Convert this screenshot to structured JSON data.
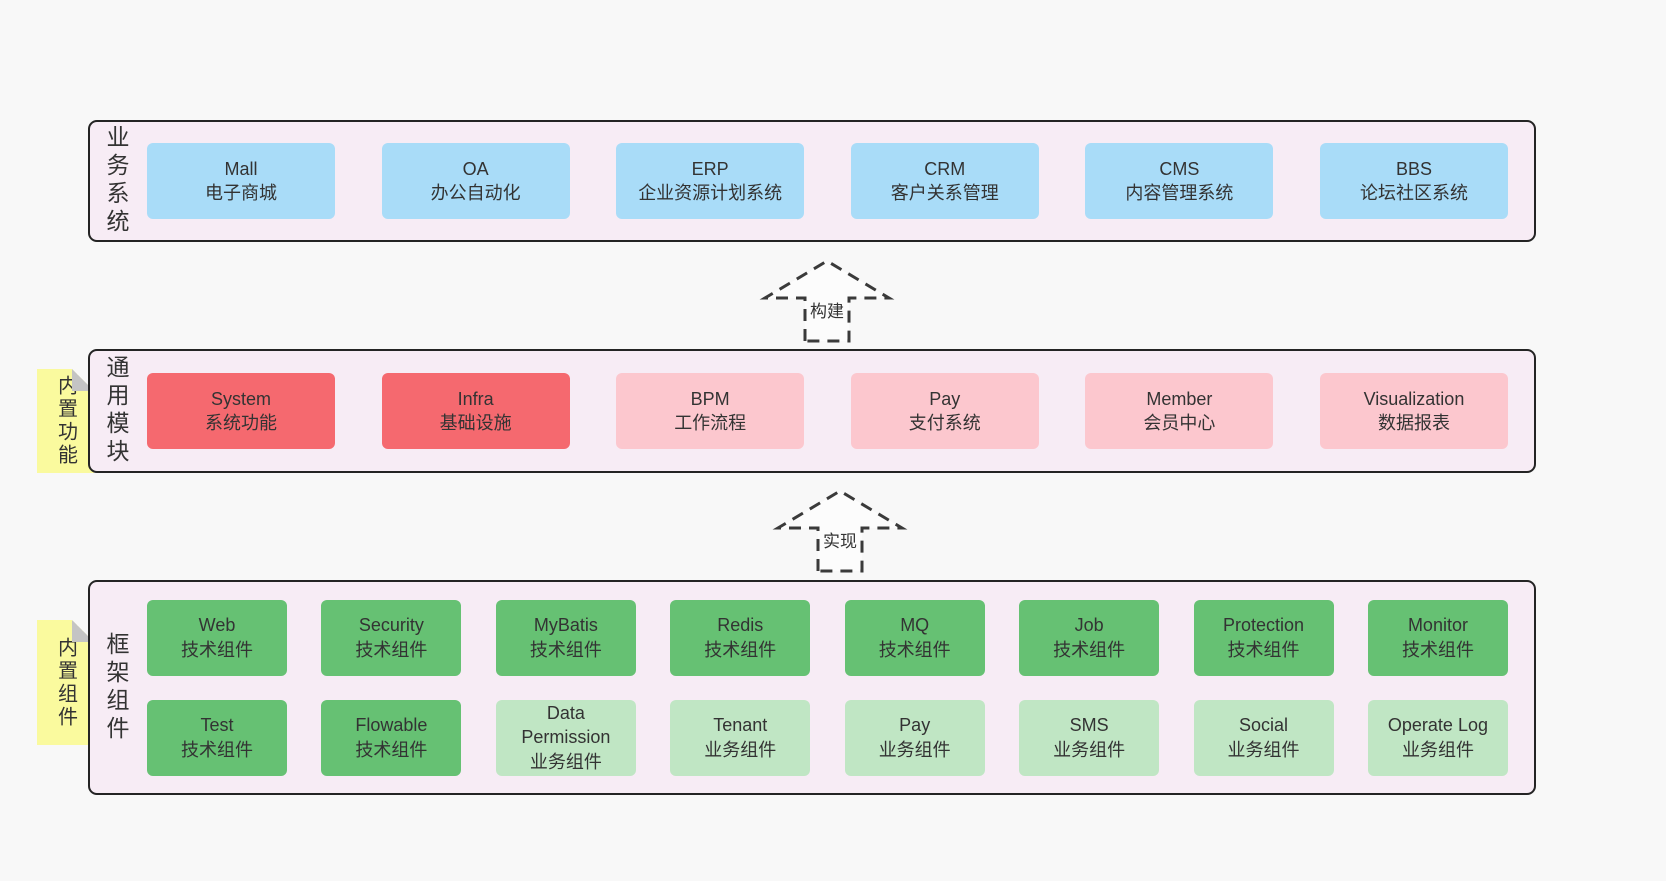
{
  "colors": {
    "page_bg": "#f8f8f8",
    "panel_bg": "#f7ecf5",
    "panel_border": "#242424",
    "blue_box": "#a9dcf8",
    "red_box": "#f5696f",
    "pink_box": "#fcc7ce",
    "green_box": "#66c173",
    "green_light_box": "#c0e6c4",
    "sticky_yellow": "#fafa9e",
    "fold_gray": "#c4c4c4",
    "text": "#333333"
  },
  "arrows": [
    {
      "label": "构建"
    },
    {
      "label": "实现"
    }
  ],
  "layers": [
    {
      "label": "业务系统",
      "boxes": [
        {
          "en": "Mall",
          "cn": "电子商城"
        },
        {
          "en": "OA",
          "cn": "办公自动化"
        },
        {
          "en": "ERP",
          "cn": "企业资源计划系统"
        },
        {
          "en": "CRM",
          "cn": "客户关系管理"
        },
        {
          "en": "CMS",
          "cn": "内容管理系统"
        },
        {
          "en": "BBS",
          "cn": "论坛社区系统"
        }
      ]
    },
    {
      "label": "通用模块",
      "sticky": "内置功能",
      "boxes": [
        {
          "en": "System",
          "cn": "系统功能"
        },
        {
          "en": "Infra",
          "cn": "基础设施"
        },
        {
          "en": "BPM",
          "cn": "工作流程"
        },
        {
          "en": "Pay",
          "cn": "支付系统"
        },
        {
          "en": "Member",
          "cn": "会员中心"
        },
        {
          "en": "Visualization",
          "cn": "数据报表"
        }
      ]
    },
    {
      "label": "框架组件",
      "sticky": "内置组件",
      "rows": [
        [
          {
            "en": "Web",
            "cn": "技术组件"
          },
          {
            "en": "Security",
            "cn": "技术组件"
          },
          {
            "en": "MyBatis",
            "cn": "技术组件"
          },
          {
            "en": "Redis",
            "cn": "技术组件"
          },
          {
            "en": "MQ",
            "cn": "技术组件"
          },
          {
            "en": "Job",
            "cn": "技术组件"
          },
          {
            "en": "Protection",
            "cn": "技术组件"
          },
          {
            "en": "Monitor",
            "cn": "技术组件"
          }
        ],
        [
          {
            "en": "Test",
            "cn": "技术组件"
          },
          {
            "en": "Flowable",
            "cn": "技术组件"
          },
          {
            "en": "Data Permission",
            "cn": "业务组件"
          },
          {
            "en": "Tenant",
            "cn": "业务组件"
          },
          {
            "en": "Pay",
            "cn": "业务组件"
          },
          {
            "en": "SMS",
            "cn": "业务组件"
          },
          {
            "en": "Social",
            "cn": "业务组件"
          },
          {
            "en": "Operate Log",
            "cn": "业务组件"
          }
        ]
      ]
    }
  ]
}
